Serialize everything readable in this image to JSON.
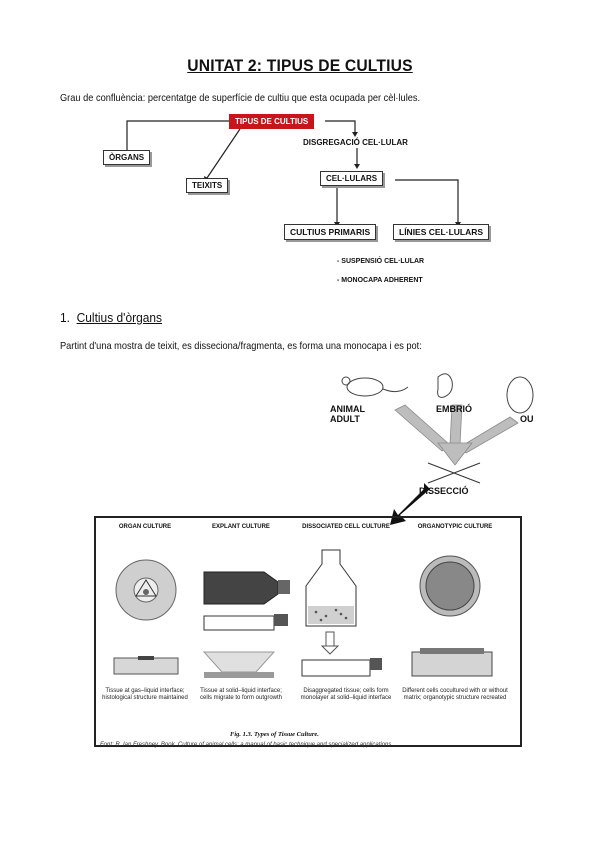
{
  "header": {
    "title": "UNITAT 2: TIPUS DE CULTIUS",
    "intro": "Grau de confluència: percentatge de superfície de cultiu que esta ocupada per cèl·lules."
  },
  "diagram": {
    "root": "TIPUS DE CULTIUS",
    "organs": "ÒRGANS",
    "teixits": "TEIXITS",
    "disgregacio": "DISGREGACIÓ CEL·LULAR",
    "cellulars": "CEL·LULARS",
    "primaris": "CULTIUS PRIMARIS",
    "linies": "LÍNIES CEL·LULARS",
    "suspensio": "- SUSPENSIÓ CEL·LULAR",
    "monocapa": "- MONOCAPA ADHERENT"
  },
  "section1": {
    "number": "1.",
    "heading": "Cultius d'òrgans",
    "paragraph": "Partint d'una mostra de teixit, es disseciona/fragmenta, es forma una monocapa i es pot:"
  },
  "figure": {
    "animal_adult": "ANIMAL\nADULT",
    "embrio": "EMBRIÓ",
    "ou": "OU",
    "disseccio": "DISSECCIÓ",
    "columns": [
      {
        "title": "ORGAN CULTURE",
        "caption": "Tissue at gas–liquid interface; histological structure maintained"
      },
      {
        "title": "EXPLANT CULTURE",
        "caption": "Tissue at solid–liquid interface; cells migrate to form outgrowth"
      },
      {
        "title": "DISSOCIATED CELL CULTURE",
        "caption": "Disaggregated tissue; cells form monolayer at solid–liquid interface"
      },
      {
        "title": "ORGANOTYPIC CULTURE",
        "caption": "Different cells cocultured with or without matrix; organotypic structure recreated"
      }
    ],
    "fig_caption": "Fig. 1.3.   Types of Tissue Culture.",
    "source": "Font: R. Ian Freshney. Book. Culture of animal cells: a manual of basic technique and specialized applications"
  }
}
